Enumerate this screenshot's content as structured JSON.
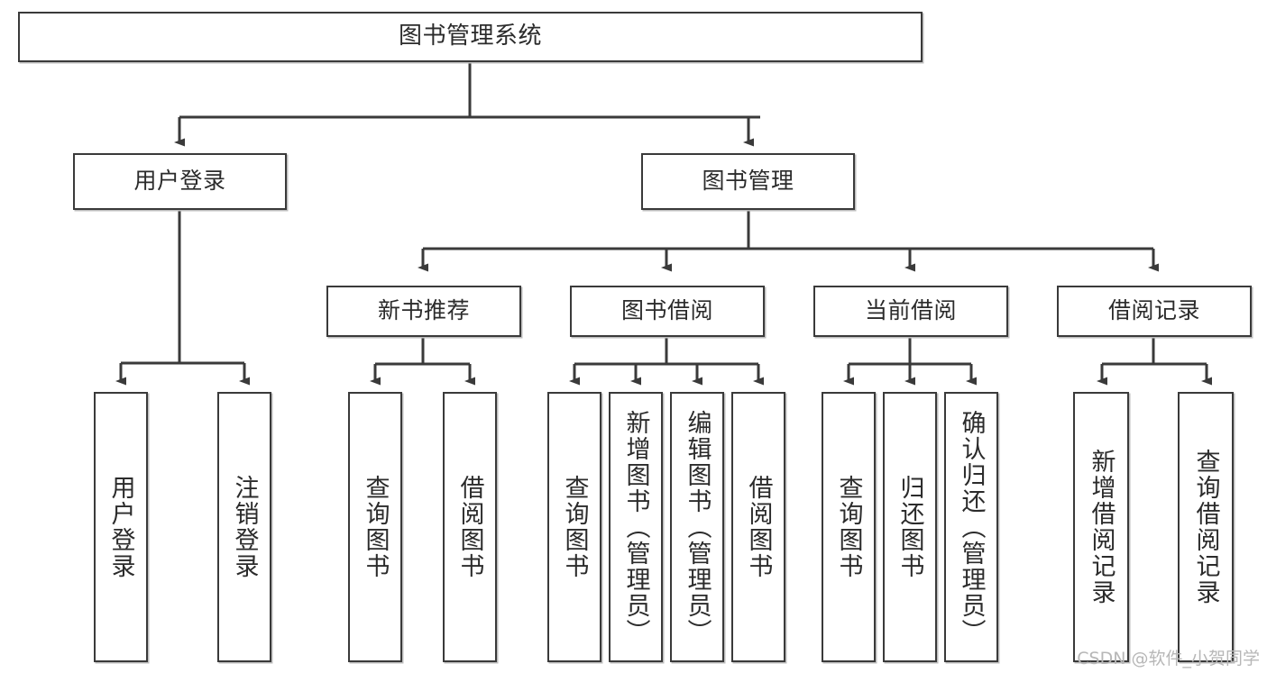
{
  "diagram": {
    "title": "图书管理系统",
    "type": "tree",
    "watermark": "CSDN @软件_小贺同学",
    "colors": {
      "box_border": "#3a3a3a",
      "box_fill": "#ffffff",
      "text": "#2b2b2b",
      "edge": "#3a3a3a",
      "shadow": "#bdbdbd",
      "watermark": "#b7b7b7"
    },
    "nodes": {
      "root": {
        "label": "图书管理系统"
      },
      "level2": [
        {
          "id": "user-login",
          "label": "用户登录"
        },
        {
          "id": "book-manage",
          "label": "图书管理"
        }
      ],
      "level3": [
        {
          "id": "new-book-recommend",
          "label": "新书推荐"
        },
        {
          "id": "book-borrow",
          "label": "图书借阅"
        },
        {
          "id": "current-borrow",
          "label": "当前借阅"
        },
        {
          "id": "borrow-record",
          "label": "借阅记录"
        }
      ],
      "leaves": {
        "user_login": [
          {
            "id": "leaf-user-login",
            "label": "用户登录"
          },
          {
            "id": "leaf-logout-login",
            "label": "注销登录"
          }
        ],
        "new_book_recommend": [
          {
            "id": "leaf-query-book-1",
            "label": "查询图书"
          },
          {
            "id": "leaf-borrow-book-1",
            "label": "借阅图书"
          }
        ],
        "book_borrow": [
          {
            "id": "leaf-query-book-2",
            "label": "查询图书"
          },
          {
            "id": "leaf-add-book",
            "label": "新增图书（管理员）"
          },
          {
            "id": "leaf-edit-book",
            "label": "编辑图书（管理员）"
          },
          {
            "id": "leaf-borrow-book-2",
            "label": "借阅图书"
          }
        ],
        "current_borrow": [
          {
            "id": "leaf-query-book-3",
            "label": "查询图书"
          },
          {
            "id": "leaf-return-book",
            "label": "归还图书"
          },
          {
            "id": "leaf-confirm-return",
            "label": "确认归还（管理员）"
          }
        ],
        "borrow_record": [
          {
            "id": "leaf-add-record",
            "label": "新增借阅记录"
          },
          {
            "id": "leaf-query-record",
            "label": "查询借阅记录"
          }
        ]
      }
    }
  }
}
